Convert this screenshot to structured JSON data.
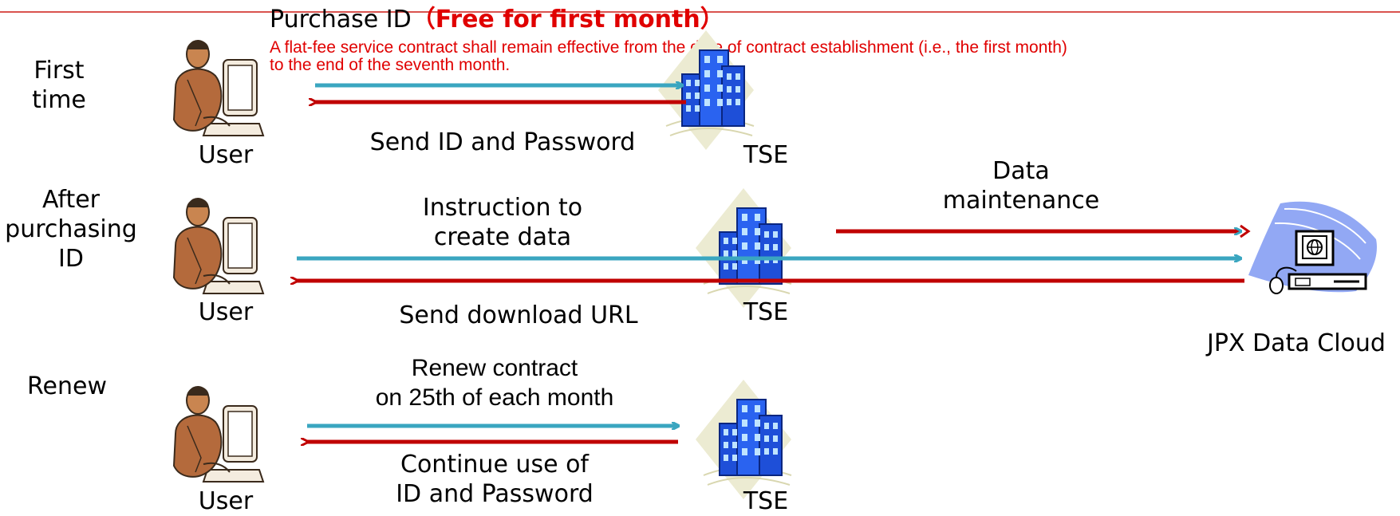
{
  "title": {
    "prefix": "Purchase ID",
    "highlight": "（Free for first month）"
  },
  "note": [
    "A flat-fee service contract shall remain effective from the date of contract establishment (i.e., the first month)",
    "to the end of the seventh month."
  ],
  "rows": [
    {
      "label": [
        "First",
        "time"
      ],
      "user": "User",
      "tse": "TSE",
      "upper_text": [],
      "lower_text": [
        "Send ID and Password"
      ]
    },
    {
      "label": [
        "After",
        "purchasing",
        "ID"
      ],
      "user": "User",
      "tse": "TSE",
      "upper_text": [
        "Instruction to",
        "create data"
      ],
      "lower_text": [
        "Send download URL"
      ],
      "right_text": [
        "Data",
        "maintenance"
      ]
    },
    {
      "label": [
        "Renew"
      ],
      "user": "User",
      "tse": "TSE",
      "upper_text": [
        "Renew contract",
        "on 25th of each month"
      ],
      "lower_text": [
        "Continue use of",
        "ID and Password"
      ]
    }
  ],
  "cloud_label": "JPX Data Cloud",
  "colors": {
    "request_arrow": "#3aa6c0",
    "response_arrow": "#c00000",
    "note": "#e00000",
    "building": "#1e4fd8",
    "user_figure": "#b46a3c"
  },
  "icons": [
    "person-at-computer-icon",
    "office-building-icon",
    "cloud-computer-icon"
  ]
}
